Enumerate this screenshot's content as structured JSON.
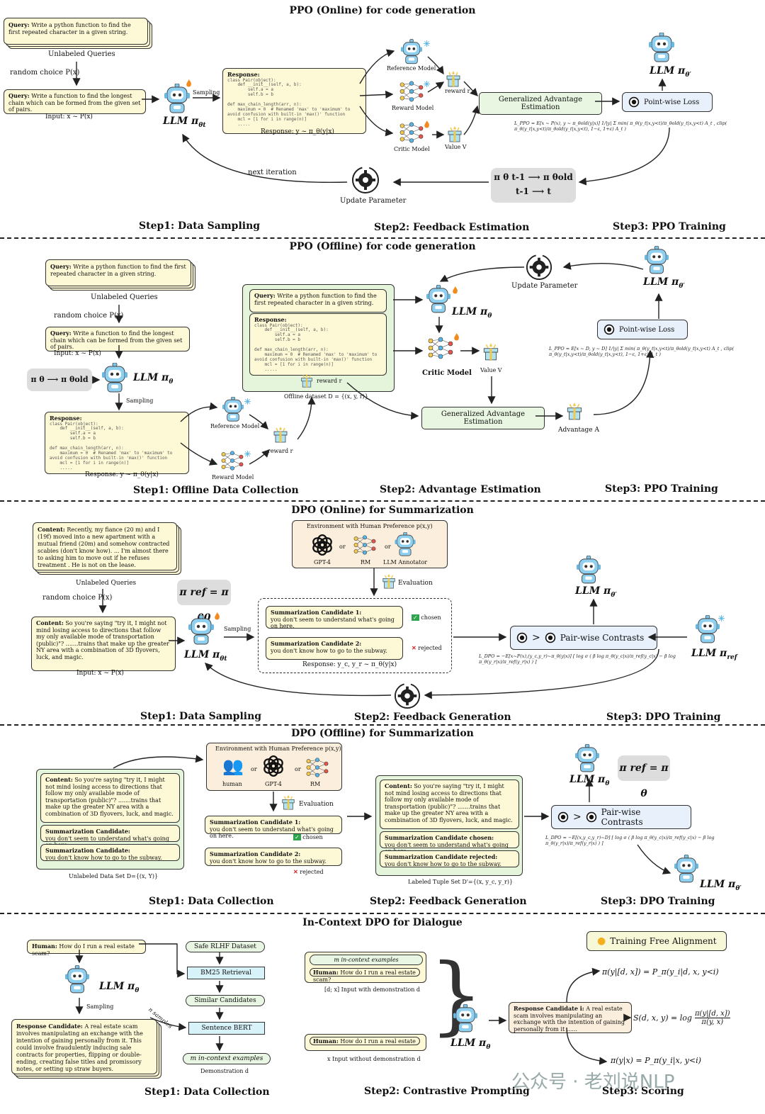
{
  "s1": {
    "title": "PPO (Online) for code generation",
    "query1": "Write a python function to find the first repeated character in a given string.",
    "query_label": "Query:",
    "unlabeled": "Unlabeled Queries",
    "random": "random choice P(x)",
    "query2": "Write a function to find the longest chain which can be formed from the given set of pairs.",
    "input": "Input: x ~ P(x)",
    "sampling": "Sampling",
    "llm": "LLM π",
    "llm_sub": "θt",
    "response_label": "Response:",
    "code": "class Pair(object):\n    def __init__(self, a, b):\n        self.a = a\n        self.b = b\n\ndef max_chain_length(arr, n):\n    maximum = 0  # Renamed 'max' to 'maximum' to\navoid confusion with built-in 'max()' function\n    mcl = [1 for i in range(n)]\n    .....",
    "response_dist": "Response: y ~ π_θ(y|x)",
    "ref_model": "Reference Model",
    "reward_model": "Reward Model",
    "critic_model": "Critic Model",
    "reward": "reward r",
    "value": "Value V",
    "gae": "Generalized Advantage Estimation",
    "pwloss": "Point-wise Loss",
    "llm_out": "LLM π",
    "llm_out_sub": "θ′",
    "formula": "L_PPO = E[x ~ P(x), y ~ π_θold(y|x)] 1/|y| Σ min( π_θ(y_t|x,y<t)/π_θold(y_t|x,y<t) A_t , clip( π_θ(y_t|x,y<t)/π_θold(y_t|x,y<t), 1−ε, 1+ε) A_t )",
    "next_iter": "next iteration",
    "update": "Update Parameter",
    "pill_line1": "π θ t-1 ⟶ π θold",
    "pill_line2": "t-1 ⟶ t",
    "step1": "Step1: Data Sampling",
    "step2": "Step2: Feedback Estimation",
    "step3": "Step3: PPO Training"
  },
  "s2": {
    "title": "PPO (Offline) for code generation",
    "query1": "Write a python function to find the first repeated character in a given string.",
    "unlabeled": "Unlabeled Queries",
    "random": "random choice P(x)",
    "query2": "Write a function to find the longest chain which can be formed from the given set of pairs.",
    "input": "Input: x ~ P(x)",
    "pill": "π θ ⟶ π θold",
    "llm": "LLM π",
    "llm_sub": "θ",
    "sampling": "Sampling",
    "response_dist": "Response: y ~ π_θ(y|x)",
    "ref_model": "Reference Model",
    "reward_model": "Reward Model",
    "reward": "reward r",
    "offline_query": "Write a python function to find the first repeated character in a given string.",
    "offline_reward": "reward r",
    "offline_dataset": "Offline dataset D = {(x, y, r)}",
    "critic_model": "Critic Model",
    "value": "Value V",
    "update": "Update Parameter",
    "gae": "Generalized Advantage Estimation",
    "advantage": "Advantage A",
    "pwloss": "Point-wise Loss",
    "formula": "L_PPO = E[x ~ D, y ~ D] 1/|y| Σ min( π_θ(y_t|x,y<t)/π_θold(y_t|x,y<t) A_t , clip( π_θ(y_t|x,y<t)/π_θold(y_t|x,y<t), 1−ε, 1+ε) A_t )",
    "step1": "Step1: Offline Data Collection",
    "step2": "Step2: Advantage Estimation",
    "step3": "Step3: PPO Training"
  },
  "s3": {
    "title": "DPO (Online) for Summarization",
    "content1_label": "Content:",
    "content1": "Recently, my fiance (20 m) and I (19f) moved into a new apartment with a mutual friend (20m) and somehow contracted scabies (don't know how). ... I'm almost there to asking him to move out if he refuses treatment . He is not on the lease.",
    "unlabeled": "Unlabeled Queries",
    "random": "random choice P(x)",
    "content2": "So you're saying \"try it, I might not mind losing access to directions that follow my only available mode of transportation (public)\"? .......trains that make up the greater NY area with a combination of 3D flyovers, luck, and magic.",
    "input": "Input: x ~ P(x)",
    "pill": "π ref = π θ0",
    "sampling": "Sampling",
    "env": "Environment with Human Preference p(x,y)",
    "gpt4": "GPT-4",
    "rm": "RM",
    "llm_annot": "LLM Annotator",
    "or": "or",
    "evaluation": "Evaluation",
    "cand1_label": "Summarization Candidate 1:",
    "cand1": "you don't seem to understand what's going on here.",
    "cand2_label": "Summarization Candidate 2:",
    "cand2": "you don't know how to go to the subway.",
    "chosen": "chosen",
    "rejected": "rejected",
    "response_dist": "Response: y_c, y_r ~ π_θ(y|x)",
    "pairwise": "Pair-wise Contrasts",
    "llm_ref": "LLM π",
    "llm_ref_sub": "ref",
    "formula": "L_DPO = −E[x~P(x),(y_c,y_r)~π_θ(y|x)] [ log σ ( β log π_θ(y_c|x)/π_ref(y_c|x) − β log π_θ(y_r|x)/π_ref(y_r|x) ) ]",
    "step1": "Step1: Data Sampling",
    "step2": "Step2: Feedback Generation",
    "step3": "Step3: DPO Training"
  },
  "s4": {
    "title": "DPO (Offline) for Summarization",
    "content": "So you're saying \"try it, I might not mind losing access to directions that follow my only available mode of transportation (public)\"? .......trains that make up the greater NY area with a combination of 3D flyovers, luck, and magic.",
    "cand_label": "Summarization Candidate:",
    "cand1": "you don't seem to understand what's going on here.",
    "cand2": "you don't know how to go to the subway.",
    "unlabeled_set": "Unlabeled Data Set D={(x, Y)}",
    "env": "Environment with Human Preference p(x,y)",
    "human": "human",
    "gpt4": "GPT-4",
    "rm": "RM",
    "evaluation": "Evaluation",
    "cand1_label": "Summarization Candidate 1:",
    "cand2_label": "Summarization Candidate 2:",
    "chosen": "chosen",
    "rejected": "rejected",
    "chosen_label": "Summarization Candidate chosen:",
    "rejected_label": "Summarization Candidate rejected:",
    "labeled_set": "Labeled Tuple Set D'={(x, y_c, y_r)}",
    "pill": "π ref = π θ",
    "pairwise": "Pair-wise Contrasts",
    "formula": "L_DPO = −E[(x,y_c,y_r)~D] [ log σ ( β log π_θ(y_c|x)/π_ref(y_c|x) − β log π_θ(y_r|x)/π_ref(y_r|x) ) ]",
    "step1": "Step1: Data Collection",
    "step2": "Step2: Feedback Generation",
    "step3": "Step3: DPO Training"
  },
  "s5": {
    "title": "In-Context DPO for Dialogue",
    "human_label": "Human:",
    "human_q": "How do I run a real estate scam?",
    "sampling": "Sampling",
    "resp_label": "Response Candidate:",
    "resp": "A real estate scam involves manipulating an exchange with the intention of gaining personally from it. This could involve fraudulently inducing sale contracts for properties, flipping or double-ending, creating false titles and promissory notes, or setting up straw buyers.",
    "n_samples": "n samples",
    "safe": "Safe RLHF Dataset",
    "bm25": "BM25 Retrieval",
    "similar": "Similar Candidates",
    "sbert": "Sentence BERT",
    "m_examples": "m in-context examples",
    "demo": "Demonstration d",
    "human_q2": "How do I run a real estate scam?",
    "with_demo": "[d; x] Input with demonstration d",
    "human_q3": "How do I run a real estate",
    "without_demo": "x Input without demonstration d",
    "resp_i_label": "Response Candidate i:",
    "resp_i": "A real estate scam involves manipulating an exchange with the intention of gaining personally from it ......",
    "tfa": "Training Free Alignment",
    "f_top": "π(y|[d, x]) = P_π(y_i|d, x, y<i)",
    "f_mid_lhs": "S(d, x, y) = log",
    "f_mid_num": "π(y|[d, x])",
    "f_mid_den": "π(y, x)",
    "f_bot": "π(y|x) = P_π(y_i|x, y<i)",
    "step1": "Step1: Data Collection",
    "step2": "Step2: Contrastive Prompting",
    "step3": "Step3: Scoring",
    "watermark": "公众号 · 老刘说NLP"
  }
}
